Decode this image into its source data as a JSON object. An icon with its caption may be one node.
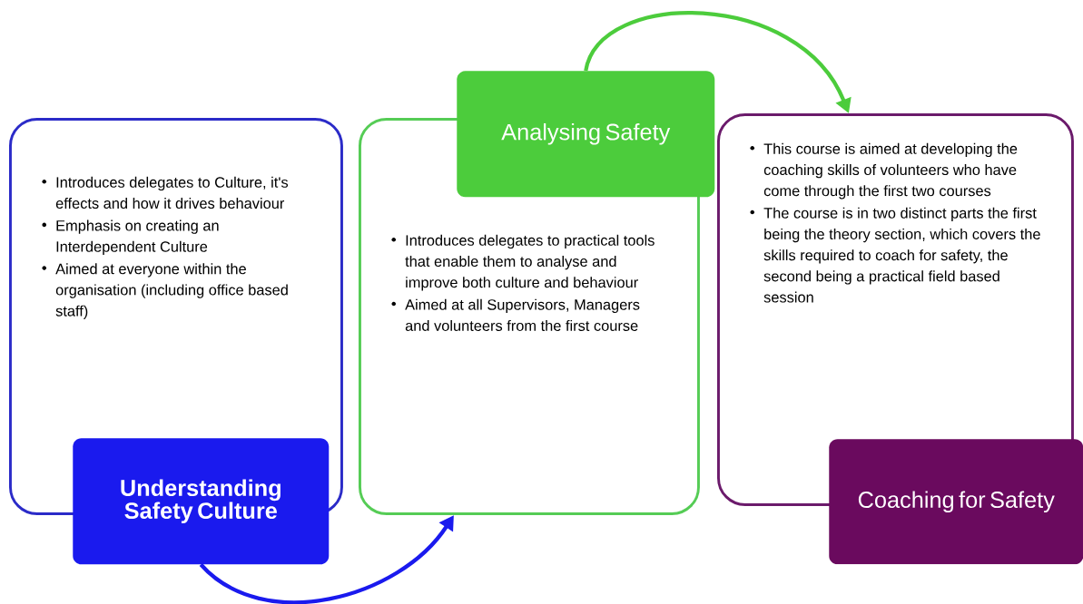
{
  "diagram": {
    "nodes": [
      {
        "text": [
          "Introduces delegates to Culture, it's effects and how it drives behaviour",
          "Emphasis on creating an Interdependent Culture",
          "Aimed at everyone within the organisation (including office based staff)"
        ]
      },
      {
        "text": [
          "Understanding Safety Culture"
        ]
      },
      {
        "text": [
          "Introduces delegates to practical tools that enable them to analyse and improve both culture and behaviour",
          "Aimed at all Supervisors, Managers and volunteers from the first course"
        ]
      },
      {
        "text": [
          "Analysing Safety"
        ]
      },
      {
        "text": [
          "This course is aimed at developing the coaching skills of volunteers who have come through the first two courses",
          "The course is in two distinct parts the first being the theory section, which covers the skills required to coach for safety, the second being a practical field based session"
        ]
      },
      {
        "text": [
          "Coaching for Safety"
        ]
      }
    ],
    "edges": [
      {
        "from": 1,
        "to": 2,
        "arrow": "to",
        "color": "#1a1aee"
      },
      {
        "from": 3,
        "to": 4,
        "arrow": "to",
        "color": "#4ccc3c"
      }
    ]
  }
}
